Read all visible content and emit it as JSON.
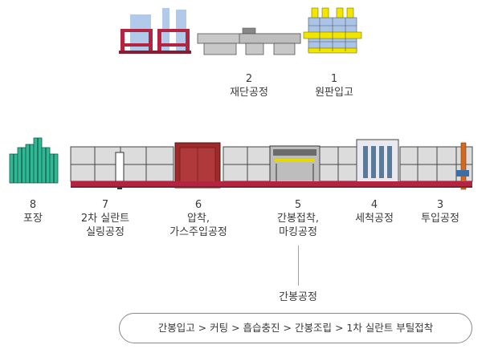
{
  "steps": [
    {
      "number": "1",
      "label_lines": [
        "원판입고"
      ]
    },
    {
      "number": "2",
      "label_lines": [
        "재단공정"
      ]
    },
    {
      "number": "3",
      "label_lines": [
        "투입공정"
      ]
    },
    {
      "number": "4",
      "label_lines": [
        "세척공정"
      ]
    },
    {
      "number": "5",
      "label_lines": [
        "간봉접착,",
        "마킹공정"
      ]
    },
    {
      "number": "6",
      "label_lines": [
        "압착,",
        "가스주입공정"
      ]
    },
    {
      "number": "7",
      "label_lines": [
        "2차 실란트",
        "실링공정"
      ]
    },
    {
      "number": "8",
      "label_lines": [
        "포장"
      ]
    }
  ],
  "spacer_process": {
    "title": "간봉공정",
    "sequence": "간봉입고 > 커팅 > 흡습충진 > 간봉조립 > 1차 실란트 부틸접착"
  },
  "colors": {
    "frame": "#b4233f",
    "glass": "#a9c4e8",
    "panel": "#d9d9d9",
    "cutting_table": "#c8c8c8",
    "rack_yellow": "#f2e600",
    "packaging": "#2fb894"
  }
}
